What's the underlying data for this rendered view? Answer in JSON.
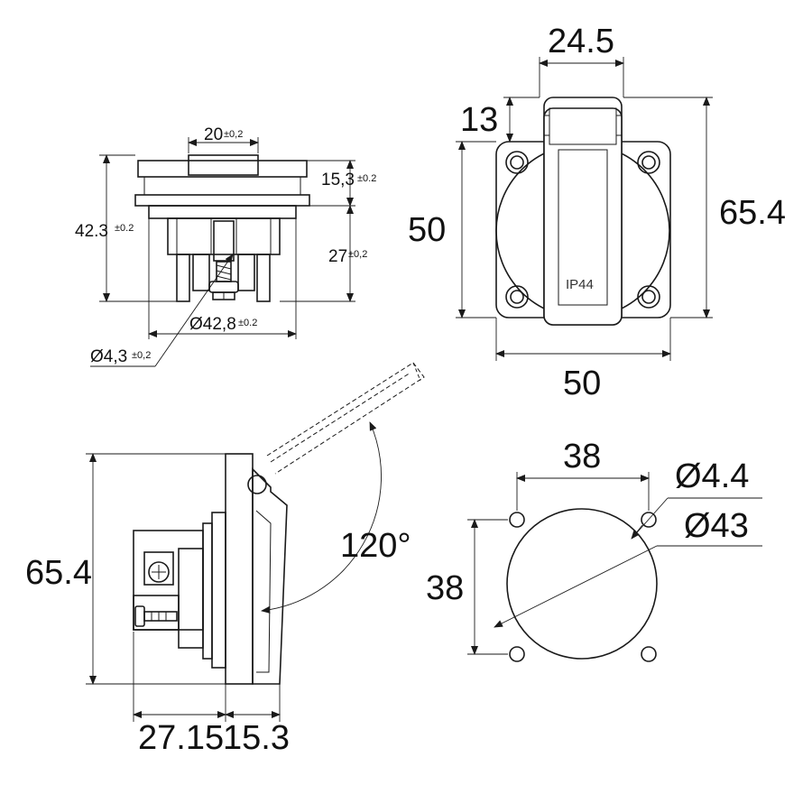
{
  "front_view": {
    "width_top": "24.5",
    "cover_offset": "13",
    "height_flange": "50",
    "height_total": "65.4",
    "width_flange": "50",
    "cover_marking": "IP44"
  },
  "top_view": {
    "hub_dia": "20",
    "hub_tol": "±0,2",
    "flange_thk": "15,3",
    "flange_tol": "±0.2",
    "total_height": "42.3",
    "total_tol": "±0.2",
    "body_depth": "27",
    "body_tol": "±0,2",
    "body_dia": "Ø42,8",
    "body_dia_tol": "±0.2",
    "screw_dia": "Ø4,3",
    "screw_tol": "±0,2"
  },
  "side_view": {
    "height": "65.4",
    "lid_angle": "120°",
    "depth_rear": "27.15",
    "depth_front": "15.3"
  },
  "cutout_view": {
    "hole_spacing_x": "38",
    "hole_spacing_y": "38",
    "hole_dia": "Ø4.4",
    "cutout_dia": "Ø43"
  }
}
